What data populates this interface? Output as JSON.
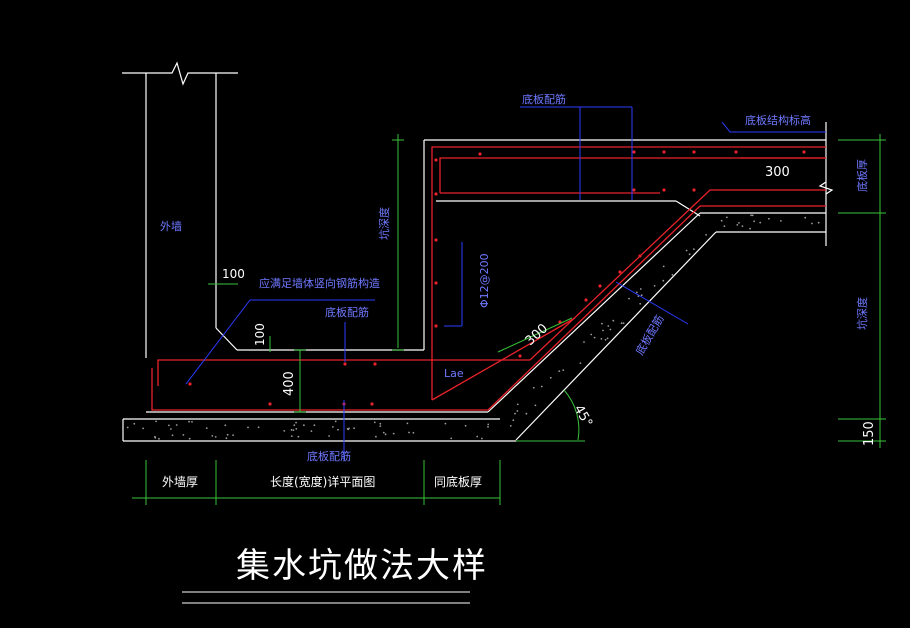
{
  "colors": {
    "background": "#000000",
    "structure": "#ffffff",
    "rebar": "#e8222a",
    "dimension": "#39c23a",
    "label": "#6f78ff",
    "leader": "#2b3bff"
  },
  "labels": {
    "outer_wall": "外墙",
    "meet_wall_rebar": "应满足墙体竖向钢筋构造",
    "slab_rebar_mid": "底板配筋",
    "slab_rebar_top": "底板配筋",
    "slab_rebar_bottom": "底板配筋",
    "slab_struct_elev": "底板结构标高",
    "pit_depth_left": "坑深度",
    "pit_depth_right": "坑深度",
    "slab_thick_right": "底板厚",
    "bar_spec": "Φ12@200",
    "lae": "Lae",
    "slab_rebar_slope": "底板配筋"
  },
  "dimensions": {
    "d100_horizontal": "100",
    "d100_vertical": "100",
    "d400": "400",
    "d300_top": "300",
    "d300_slope": "300",
    "d150": "150",
    "angle": "45°"
  },
  "footer": {
    "outer_wall_thick": "外墙厚",
    "length_width": "长度(宽度)详平面图",
    "same_slab_thick": "同底板厚"
  },
  "title": "集水坑做法大样"
}
